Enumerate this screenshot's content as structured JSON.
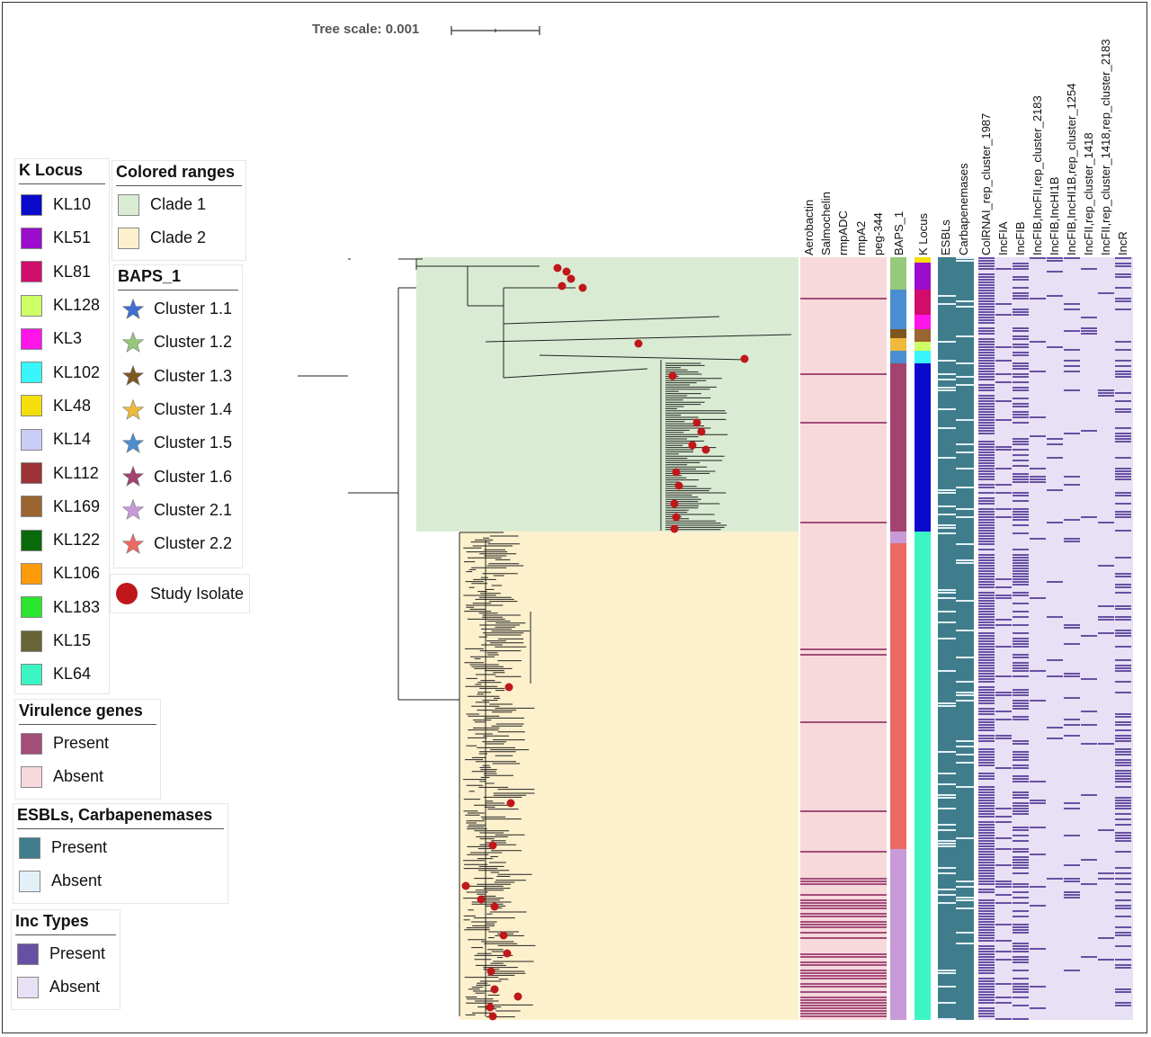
{
  "tree_scale": {
    "label": "Tree scale: 0.001"
  },
  "legends": {
    "k_locus": {
      "title": "K Locus",
      "items": [
        {
          "label": "KL10",
          "color": "#0a0acd"
        },
        {
          "label": "KL51",
          "color": "#9b0ccc"
        },
        {
          "label": "KL81",
          "color": "#d10d6c"
        },
        {
          "label": "KL128",
          "color": "#cfff66"
        },
        {
          "label": "KL3",
          "color": "#ff15e8"
        },
        {
          "label": "KL102",
          "color": "#38f6fb"
        },
        {
          "label": "KL48",
          "color": "#f5df0a"
        },
        {
          "label": "KL14",
          "color": "#c9ccf5"
        },
        {
          "label": "KL112",
          "color": "#9c3235"
        },
        {
          "label": "KL169",
          "color": "#9a6530"
        },
        {
          "label": "KL122",
          "color": "#096a0c"
        },
        {
          "label": "KL106",
          "color": "#ff9a0a"
        },
        {
          "label": "KL183",
          "color": "#29e62c"
        },
        {
          "label": "KL15",
          "color": "#676435"
        },
        {
          "label": "KL64",
          "color": "#3cf5c5"
        }
      ]
    },
    "colored_ranges": {
      "title": "Colored ranges",
      "items": [
        {
          "label": "Clade 1",
          "color": "#d9ecd3"
        },
        {
          "label": "Clade 2",
          "color": "#fdf1cd"
        }
      ]
    },
    "baps": {
      "title": "BAPS_1",
      "items": [
        {
          "label": "Cluster 1.1",
          "color": "#3f6fce"
        },
        {
          "label": "Cluster 1.2",
          "color": "#96c97a"
        },
        {
          "label": "Cluster 1.3",
          "color": "#7e5620"
        },
        {
          "label": "Cluster 1.4",
          "color": "#efba3b"
        },
        {
          "label": "Cluster 1.5",
          "color": "#4a8ed1"
        },
        {
          "label": "Cluster 1.6",
          "color": "#a2446f"
        },
        {
          "label": "Cluster 2.1",
          "color": "#c89ad8"
        },
        {
          "label": "Cluster 2.2",
          "color": "#ec6a63"
        }
      ],
      "study_isolate": {
        "label": "Study Isolate",
        "color": "#c0171b"
      }
    },
    "virulence": {
      "title": "Virulence genes",
      "items": [
        {
          "label": "Present",
          "color": "#a34d79"
        },
        {
          "label": "Absent",
          "color": "#f7d9dc"
        }
      ]
    },
    "esbl": {
      "title": "ESBLs, Carbapenemases",
      "items": [
        {
          "label": "Present",
          "color": "#3f7d8c"
        },
        {
          "label": "Absent",
          "color": "#e4f0f8"
        }
      ]
    },
    "inc": {
      "title": "Inc Types",
      "items": [
        {
          "label": "Present",
          "color": "#6750a3"
        },
        {
          "label": "Absent",
          "color": "#e8e0f4"
        }
      ]
    }
  },
  "columns": {
    "virulence": [
      "Aerobactin",
      "Salmochelin",
      "rmpADC",
      "rmpA2",
      "peg-344"
    ],
    "baps": "BAPS_1",
    "k_locus": "K Locus",
    "resistance": [
      "ESBLs",
      "Carbapenemases"
    ],
    "inc": [
      "ColRNAI_rep_cluster_1987",
      "IncFIA",
      "IncFIB",
      "IncFIB,IncFII,rep_cluster_2183",
      "IncFIB,IncHI1B",
      "IncFIB,IncHI1B,rep_cluster_1254",
      "IncFII,rep_cluster_1418",
      "IncFII,rep_cluster_1418,rep_cluster_2183",
      "IncR"
    ]
  }
}
